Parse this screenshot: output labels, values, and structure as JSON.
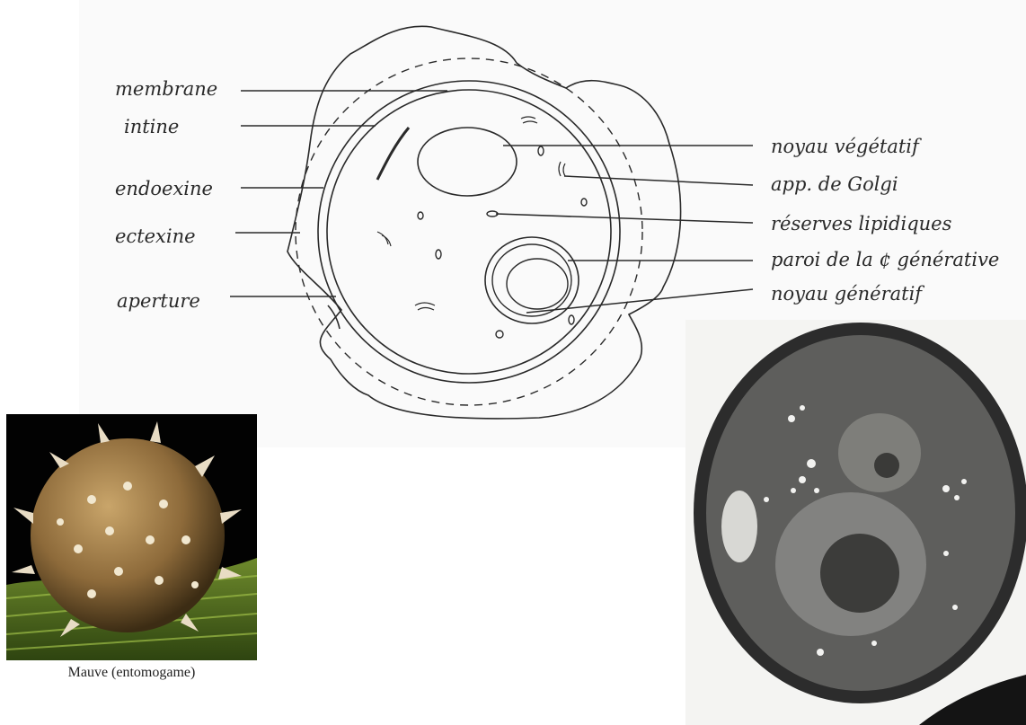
{
  "labels_left": {
    "membrane": "membrane",
    "intine": "intine",
    "endoexine": "endoexine",
    "ectexine": "ectexine",
    "aperture": "aperture"
  },
  "labels_right": {
    "noyau_vegetatif": "noyau végétatif",
    "golgi": "app. de Golgi",
    "reserves": "réserves lipidiques",
    "paroi": "paroi de la ¢ générative",
    "noyau_generatif": "noyau génératif"
  },
  "photos": {
    "sem_caption": "Mauve (entomogame)"
  }
}
